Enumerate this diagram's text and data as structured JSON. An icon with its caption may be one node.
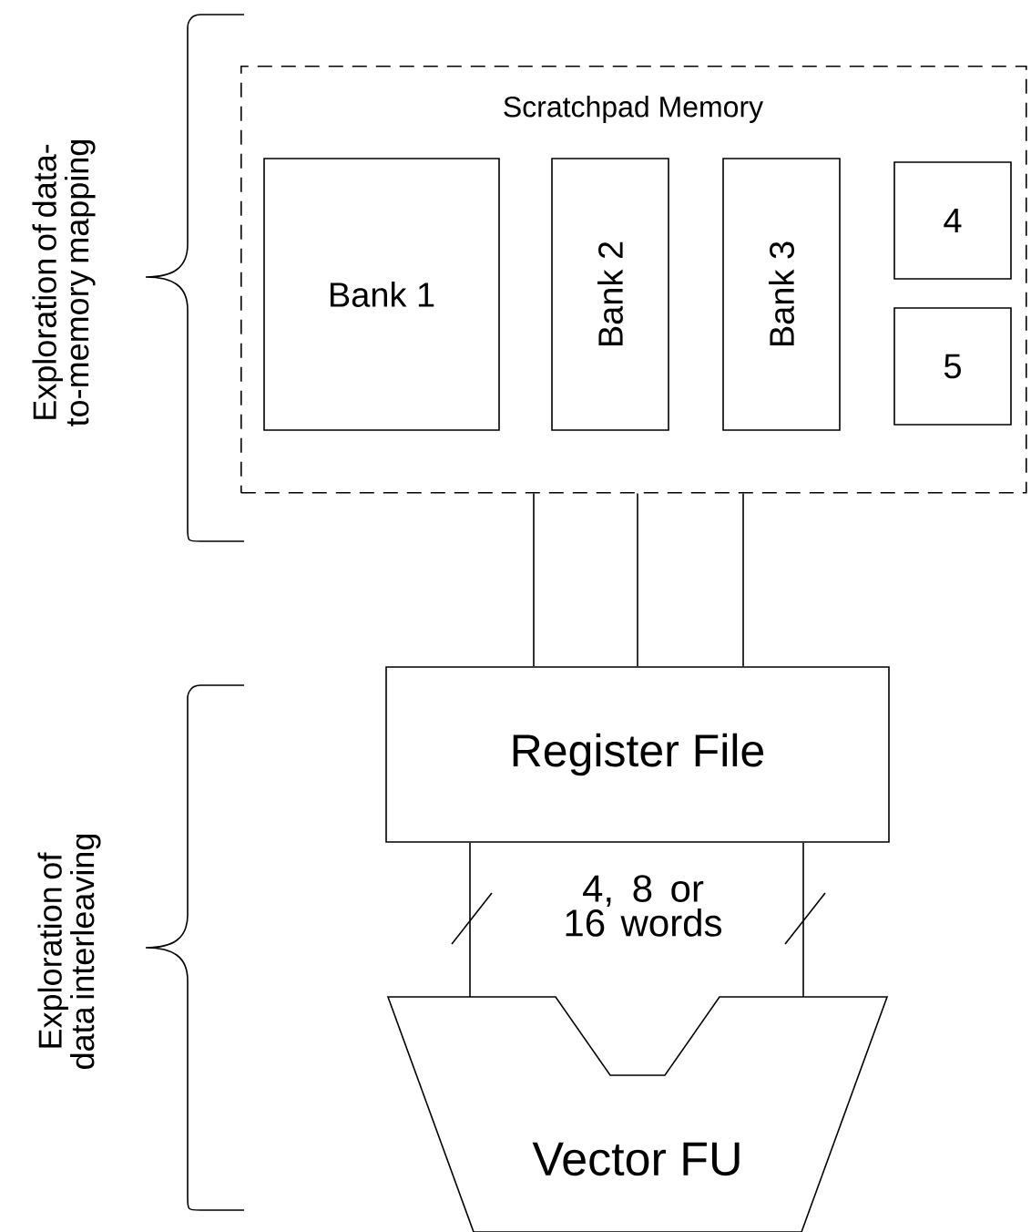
{
  "diagram": {
    "nodes": [
      {
        "text": [
          "Scratchpad Memory"
        ]
      },
      {
        "text": [
          "Bank 1"
        ],
        "in": 0
      },
      {
        "text": [
          "Bank 2"
        ],
        "in": 0
      },
      {
        "text": [
          "Bank 3"
        ],
        "in": 0
      },
      {
        "text": [
          "4"
        ],
        "in": 0
      },
      {
        "text": [
          "5"
        ],
        "in": 0
      },
      {
        "text": [
          "Register File"
        ]
      },
      {
        "text": [
          "Vector FU"
        ]
      }
    ],
    "edges": [
      {
        "from": 0,
        "to": 6,
        "arrow": "none"
      },
      {
        "from": 0,
        "to": 6,
        "arrow": "none"
      },
      {
        "from": 0,
        "to": 6,
        "arrow": "none"
      },
      {
        "from": 6,
        "to": 7,
        "arrow": "none"
      },
      {
        "from": 6,
        "to": 7,
        "arrow": "none"
      }
    ],
    "labels": [
      "Exploration of data- to-memory mapping",
      "Exploration of data interleaving",
      "4, 8 or 16 words"
    ]
  }
}
